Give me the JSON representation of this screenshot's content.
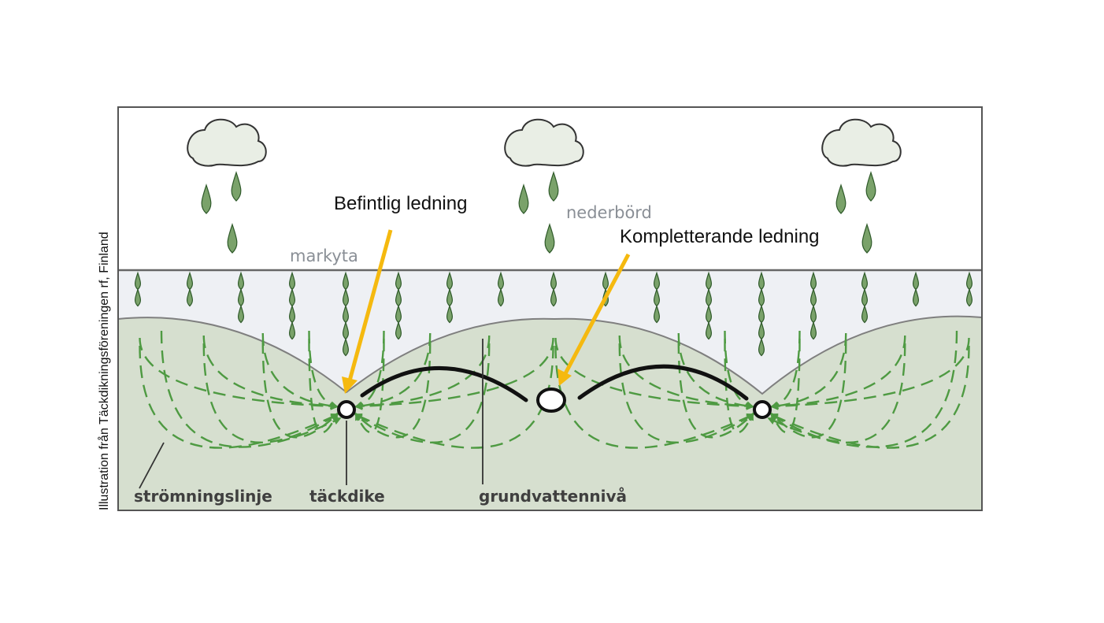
{
  "credit": "Illustration från Täckdikningsföreningen rf, Finland",
  "labels": {
    "surface": "markyta",
    "precipitation": "nederbörd",
    "flow_line": "strömningslinje",
    "drain": "täckdike",
    "groundwater": "grundvattennivå"
  },
  "callouts": {
    "existing": "Befintlig ledning",
    "complementary": "Kompletterande ledning"
  },
  "colors": {
    "sky": "#ffffff",
    "soil_top": "#eef0f4",
    "soil": "#d6dfcf",
    "drop": "#7aa26a",
    "drop_stroke": "#2f5a2a",
    "flow": "#4e9a42",
    "arrow": "#f5b90f",
    "frame": "#555555",
    "pipe": "#111111"
  },
  "icons": [
    "cloud-icon",
    "raindrop-icon",
    "drain-pipe-icon",
    "arrow-icon"
  ]
}
